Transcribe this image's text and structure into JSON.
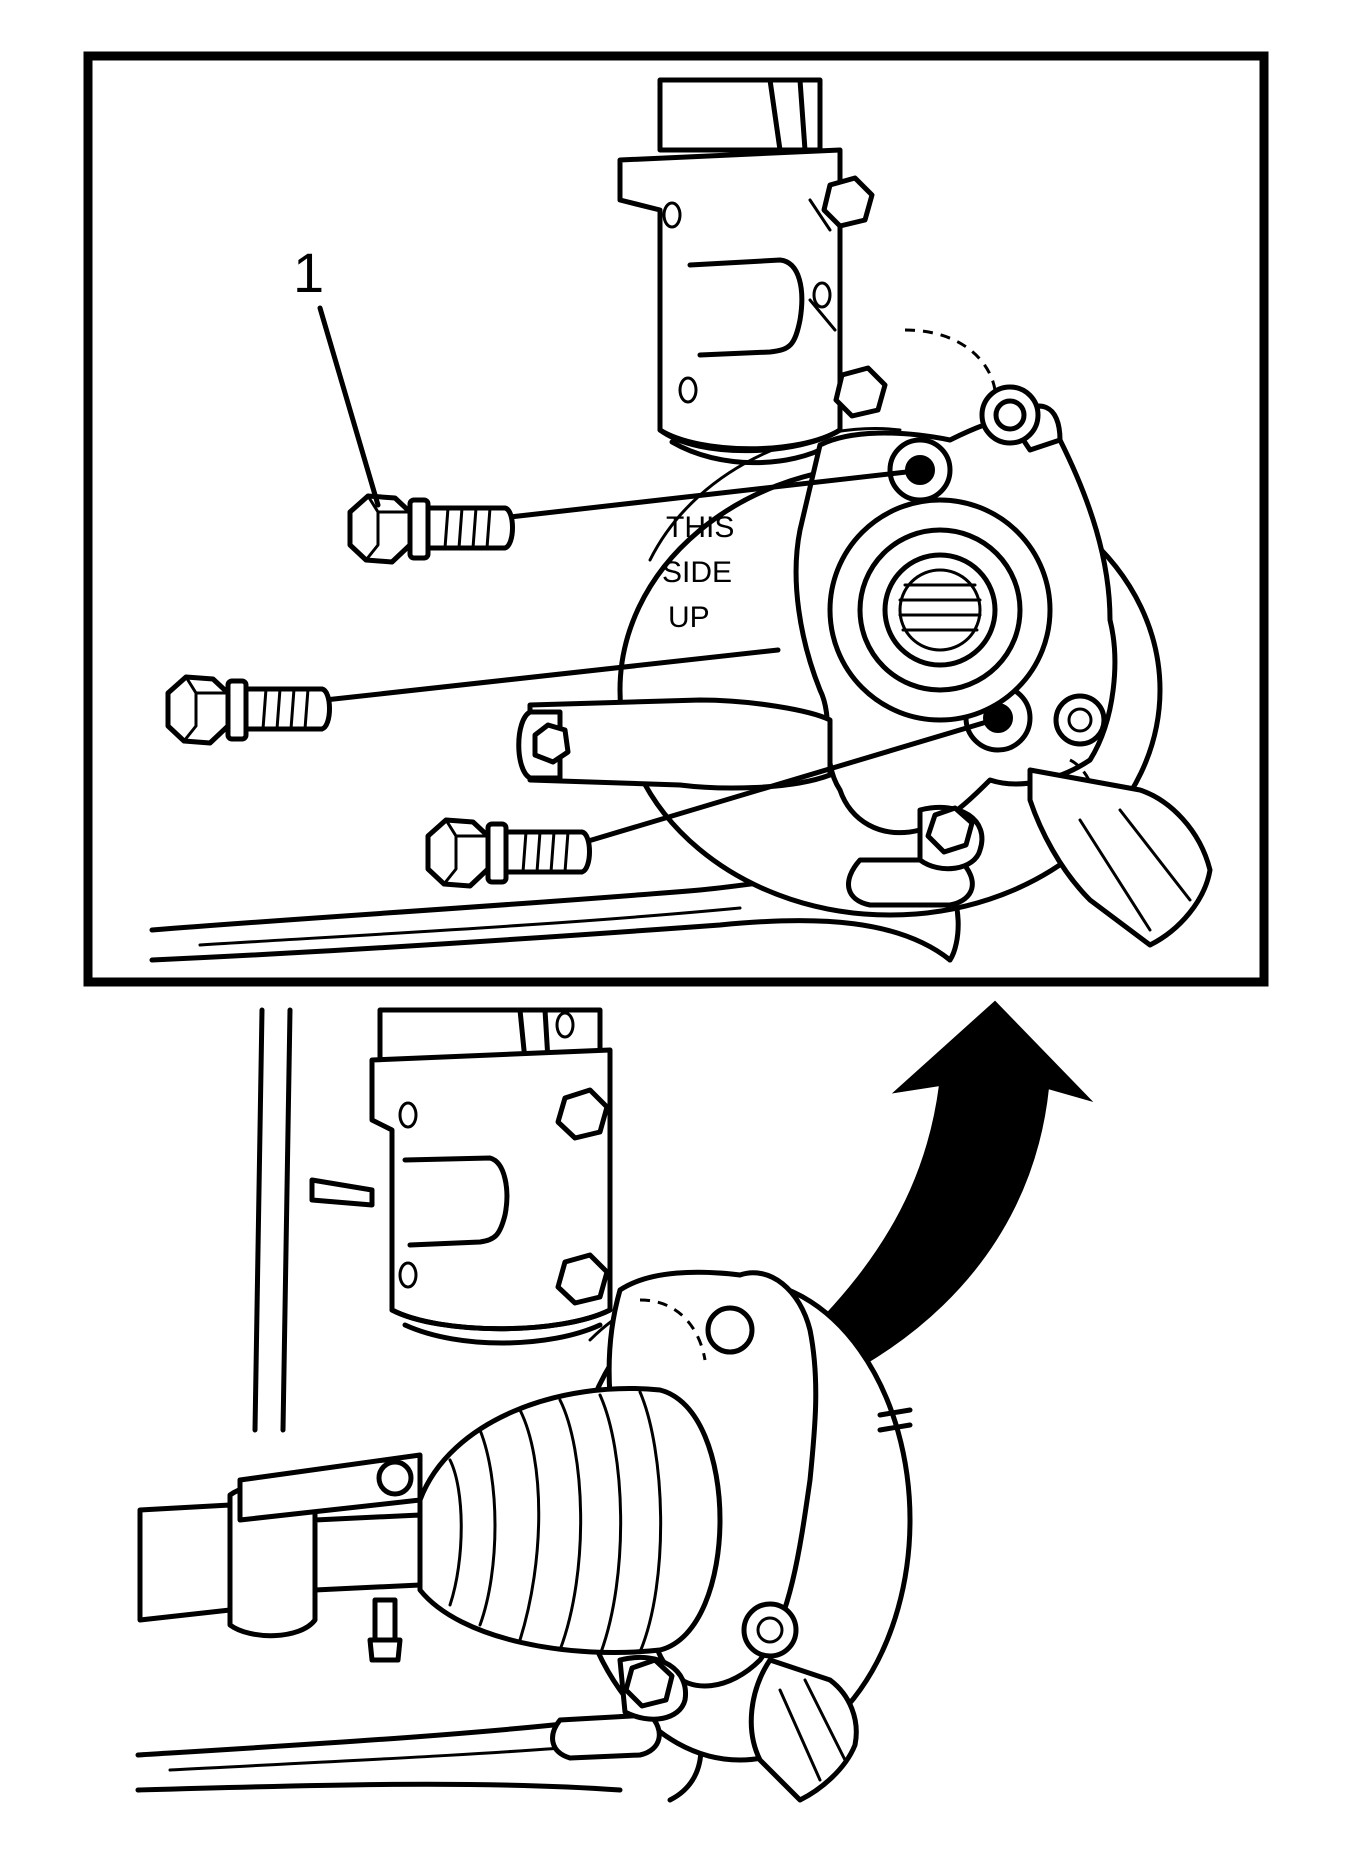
{
  "callout": {
    "number": "1"
  },
  "knuckle_stamp": {
    "line1": "THIS",
    "line2": "SIDE",
    "line3": "UP"
  },
  "colors": {
    "line": "#000000",
    "background": "#ffffff"
  }
}
